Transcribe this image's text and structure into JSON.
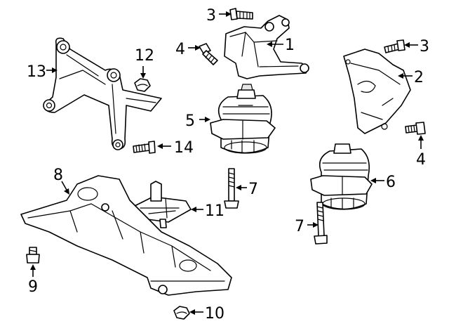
{
  "diagram": {
    "callouts": [
      {
        "id": "c1",
        "label": "1"
      },
      {
        "id": "c2",
        "label": "2"
      },
      {
        "id": "c3a",
        "label": "3"
      },
      {
        "id": "c3b",
        "label": "3"
      },
      {
        "id": "c4a",
        "label": "4"
      },
      {
        "id": "c4b",
        "label": "4"
      },
      {
        "id": "c5",
        "label": "5"
      },
      {
        "id": "c6",
        "label": "6"
      },
      {
        "id": "c7a",
        "label": "7"
      },
      {
        "id": "c7b",
        "label": "7"
      },
      {
        "id": "c8",
        "label": "8"
      },
      {
        "id": "c9",
        "label": "9"
      },
      {
        "id": "c10",
        "label": "10"
      },
      {
        "id": "c11",
        "label": "11"
      },
      {
        "id": "c12",
        "label": "12"
      },
      {
        "id": "c13",
        "label": "13"
      },
      {
        "id": "c14",
        "label": "14"
      }
    ]
  }
}
